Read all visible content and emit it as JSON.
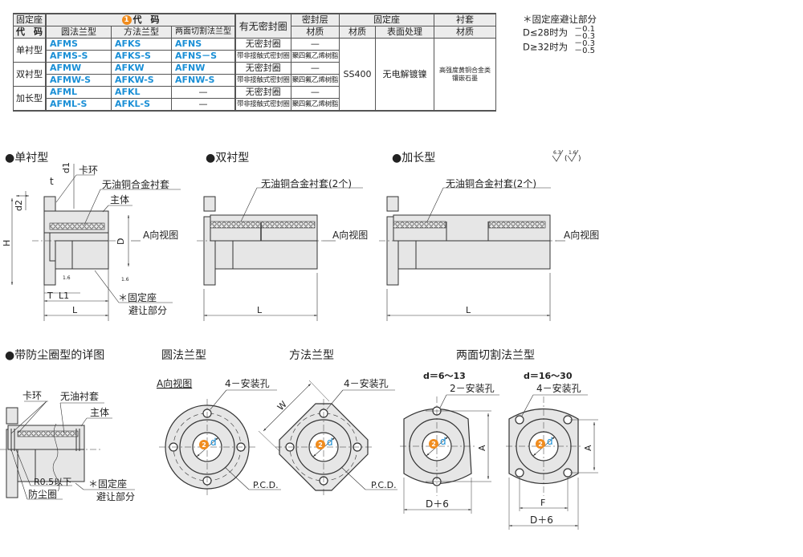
{
  "table": {
    "header": {
      "seat_code_line1": "固定座",
      "seat_code_line2": "代　码",
      "code_group": "代　码",
      "code_badge": "1",
      "col_round": "圆法兰型",
      "col_square": "方法兰型",
      "col_cut": "两面切割法兰型",
      "seal": "有无密封圈",
      "seal_layer": "密封层",
      "seal_layer_material": "材质",
      "seat": "固定座",
      "seat_material": "材质",
      "seat_surface": "表面处理",
      "bushing": "衬套",
      "bushing_material": "材质"
    },
    "groups": [
      {
        "type": "单衬型",
        "rows": [
          {
            "round": "AFMS",
            "square": "AFKS",
            "cut": "AFNS",
            "seal": "无密封圈",
            "seal_material": "—"
          },
          {
            "round": "AFMS-S",
            "square": "AFKS-S",
            "cut": "AFNS－S",
            "seal": "带非接触式密封圈",
            "seal_material": "聚四氟乙烯树脂"
          }
        ]
      },
      {
        "type": "双衬型",
        "rows": [
          {
            "round": "AFMW",
            "square": "AFKW",
            "cut": "AFNW",
            "seal": "无密封圈",
            "seal_material": "—"
          },
          {
            "round": "AFMW-S",
            "square": "AFKW-S",
            "cut": "AFNW-S",
            "seal": "带非接触式密封圈",
            "seal_material": "聚四氟乙烯树脂"
          }
        ]
      },
      {
        "type": "加长型",
        "rows": [
          {
            "round": "AFML",
            "square": "AFKL",
            "cut": "—",
            "seal": "无密封圈",
            "seal_material": "—"
          },
          {
            "round": "AFML-S",
            "square": "AFKL-S",
            "cut": "—",
            "seal": "带非接触式密封圈",
            "seal_material": "聚四氟乙烯树脂"
          }
        ]
      }
    ],
    "seat_material": "SS400",
    "seat_surface": "无电解镀镍",
    "bushing_material_line1": "高强度黄铜合金类",
    "bushing_material_line2": "镶嵌石墨"
  },
  "note": {
    "title": "＊固定座避让部分",
    "row1_label": "D≤28时为",
    "row1_upper": "－0.1",
    "row1_lower": "－0.3",
    "row2_label": "D≥32时为",
    "row2_upper": "－0.3",
    "row2_lower": "－0.5"
  },
  "sections": {
    "single": "●单衬型",
    "double": "●双衬型",
    "long": "●加长型",
    "dust": "●带防尘圈型的详图",
    "round_flange": "圆法兰型",
    "square_flange": "方法兰型",
    "cut_flange": "两面切割法兰型"
  },
  "roughness": {
    "value1": "6.3",
    "value2": "1.6"
  },
  "labels": {
    "snap_ring": "卡环",
    "bushing": "无油铜合金衬套",
    "bushing_2": "无油铜合金衬套(2个)",
    "body": "主体",
    "a_view": "A向视图",
    "seat_relief_1": "＊固定座",
    "seat_relief_2": "避让部分",
    "oilless_bushing": "无油衬套",
    "r05": "R0.5以下",
    "dust_ring": "防尘圈",
    "holes4": "4－安装孔",
    "holes2": "2－安装孔",
    "pcd": "P.C.D.",
    "d_range_small": "d＝6～13",
    "d_range_large": "d＝16～30",
    "dim_d1": "d1",
    "dim_d2": "d2",
    "dim_t": "t",
    "dim_H": "H",
    "dim_D": "D",
    "dim_T": "T",
    "dim_L1": "L1",
    "dim_L": "L",
    "dim_W": "W",
    "dim_A": "A",
    "dim_F": "F",
    "dim_D6": "D＋6",
    "dim_d": "d",
    "badge2": "2",
    "rough16": "1.6"
  }
}
